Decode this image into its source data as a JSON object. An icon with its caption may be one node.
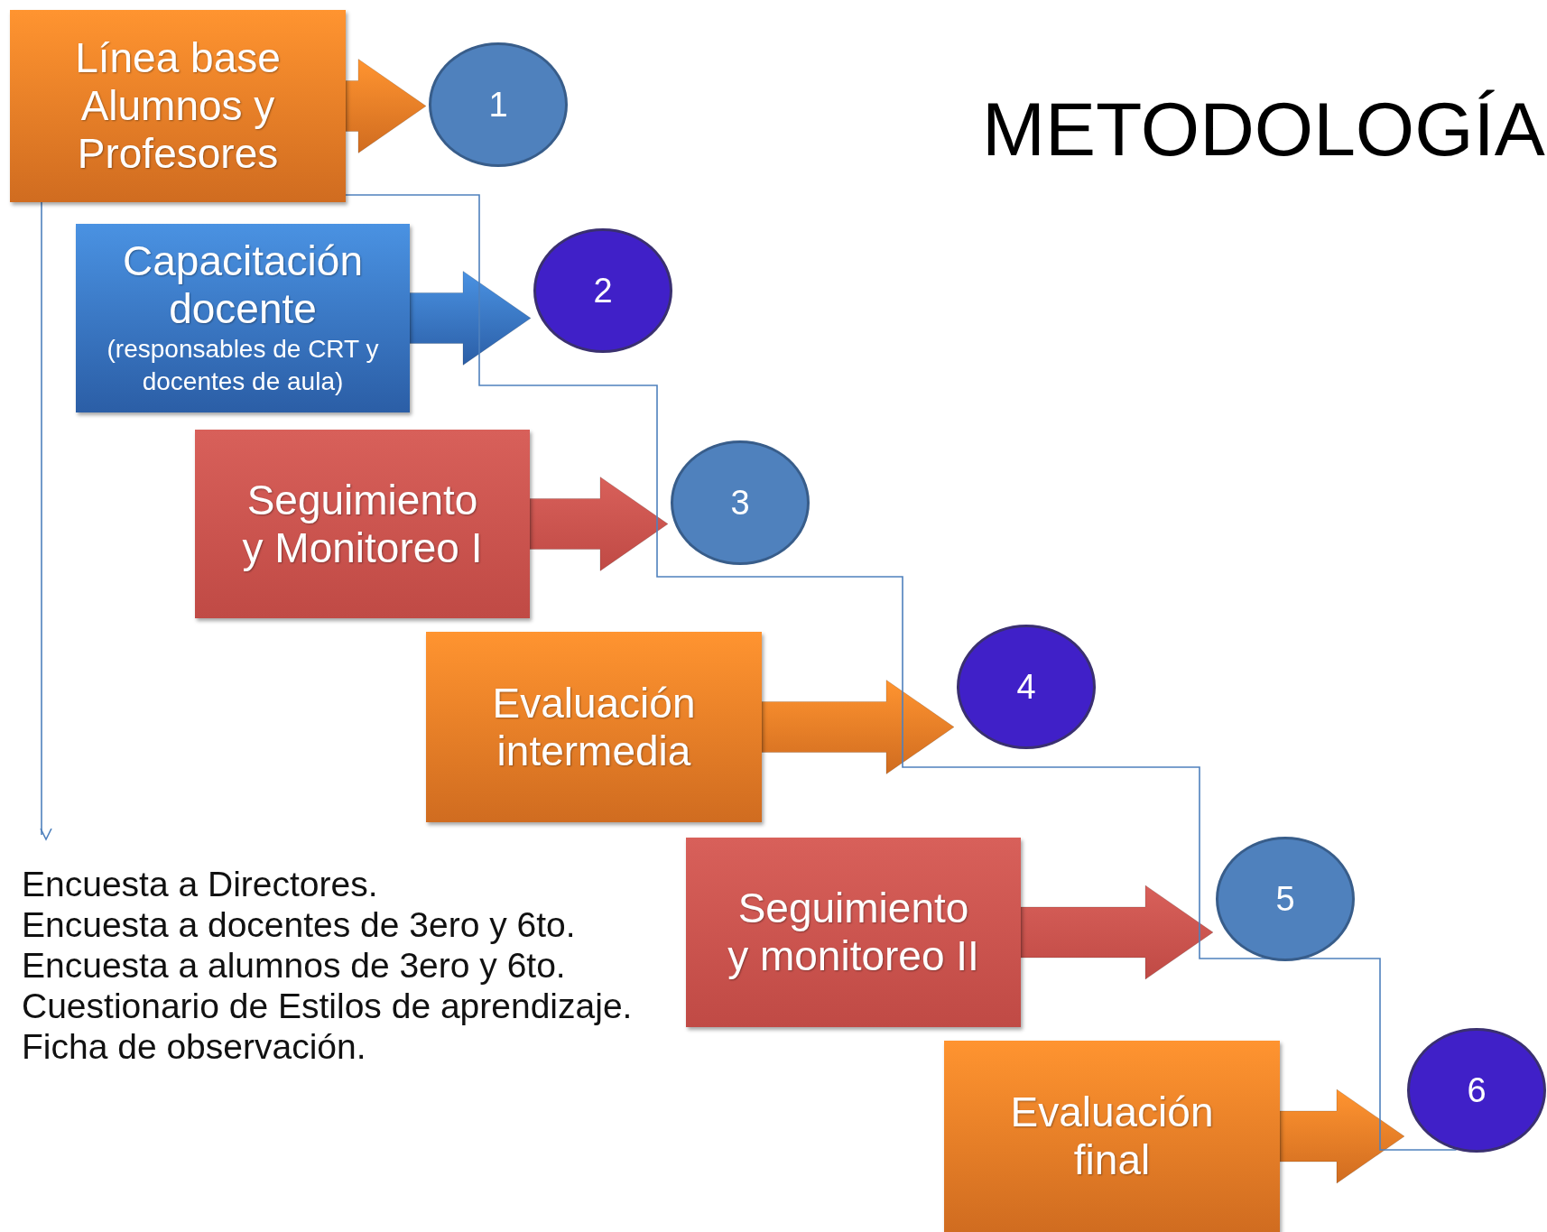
{
  "diagram": {
    "title": "METODOLOGÍA",
    "nodes": [
      {
        "text": [
          "Línea base Alumnos y Profesores"
        ]
      },
      {
        "text": [
          "1"
        ]
      },
      {
        "text": [
          "Capacitación docente",
          "(responsables de CRT y docentes de aula)"
        ]
      },
      {
        "text": [
          "2"
        ]
      },
      {
        "text": [
          "Seguimiento y Monitoreo I"
        ]
      },
      {
        "text": [
          "3"
        ]
      },
      {
        "text": [
          "Evaluación intermedia"
        ]
      },
      {
        "text": [
          "4"
        ]
      },
      {
        "text": [
          "Seguimiento y monitoreo II"
        ]
      },
      {
        "text": [
          "5"
        ]
      },
      {
        "text": [
          "Evaluación final"
        ]
      },
      {
        "text": [
          "6"
        ]
      },
      {
        "text": [
          "Encuesta a Directores.",
          "Encuesta a docentes de 3ero y 6to.",
          "Encuesta a alumnos de 3ero y 6to.",
          "Cuestionario de Estilos de aprendizaje.",
          "Ficha de observación."
        ]
      }
    ],
    "edges": [
      {
        "from": 0,
        "to": 1,
        "arrow": "to",
        "style": "thick"
      },
      {
        "from": 2,
        "to": 3,
        "arrow": "to",
        "style": "thick"
      },
      {
        "from": 4,
        "to": 5,
        "arrow": "to",
        "style": "thick"
      },
      {
        "from": 6,
        "to": 7,
        "arrow": "to",
        "style": "thick"
      },
      {
        "from": 8,
        "to": 9,
        "arrow": "to",
        "style": "thick"
      },
      {
        "from": 10,
        "to": 11,
        "arrow": "to",
        "style": "thick"
      },
      {
        "from": 0,
        "to": 12,
        "arrow": "to"
      },
      {
        "from": 0,
        "to": 11,
        "arrow": "none"
      }
    ]
  }
}
